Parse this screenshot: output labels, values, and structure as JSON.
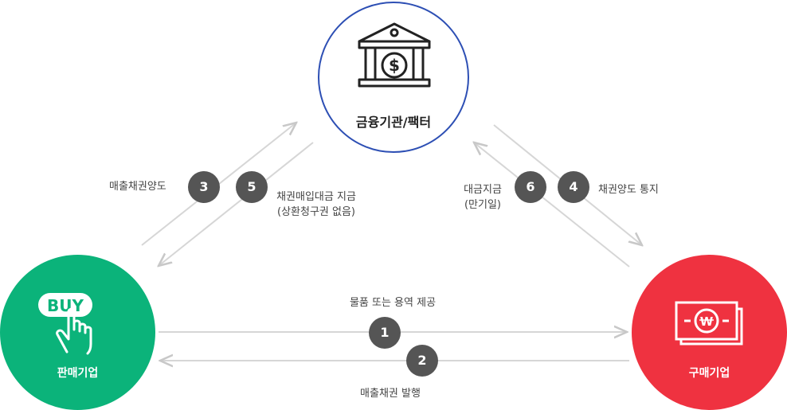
{
  "nodes": {
    "bank": "금융기관/팩터",
    "seller": "판매기업",
    "buyer": "구매기업",
    "seller_logo_text": "BUY"
  },
  "steps": [
    {
      "num": "1",
      "label": "물품 또는 용역 제공"
    },
    {
      "num": "2",
      "label": "매출채권 발행"
    },
    {
      "num": "3",
      "label": "매출채권양도"
    },
    {
      "num": "4",
      "label": "채권양도 통지"
    },
    {
      "num": "5",
      "label_line1": "채권매입대금 지금",
      "label_line2": "(상환청구권 없음)"
    },
    {
      "num": "6",
      "label_line1": "대금지금",
      "label_line2": "(만기일)"
    }
  ],
  "colors": {
    "bank_border": "#2d4fb4",
    "seller": "#0bb37a",
    "buyer": "#ef3240",
    "badge": "#555555",
    "arrow": "#d4d4d4"
  },
  "icons": [
    "bank-icon",
    "buy-hand-icon",
    "won-bill-icon"
  ]
}
